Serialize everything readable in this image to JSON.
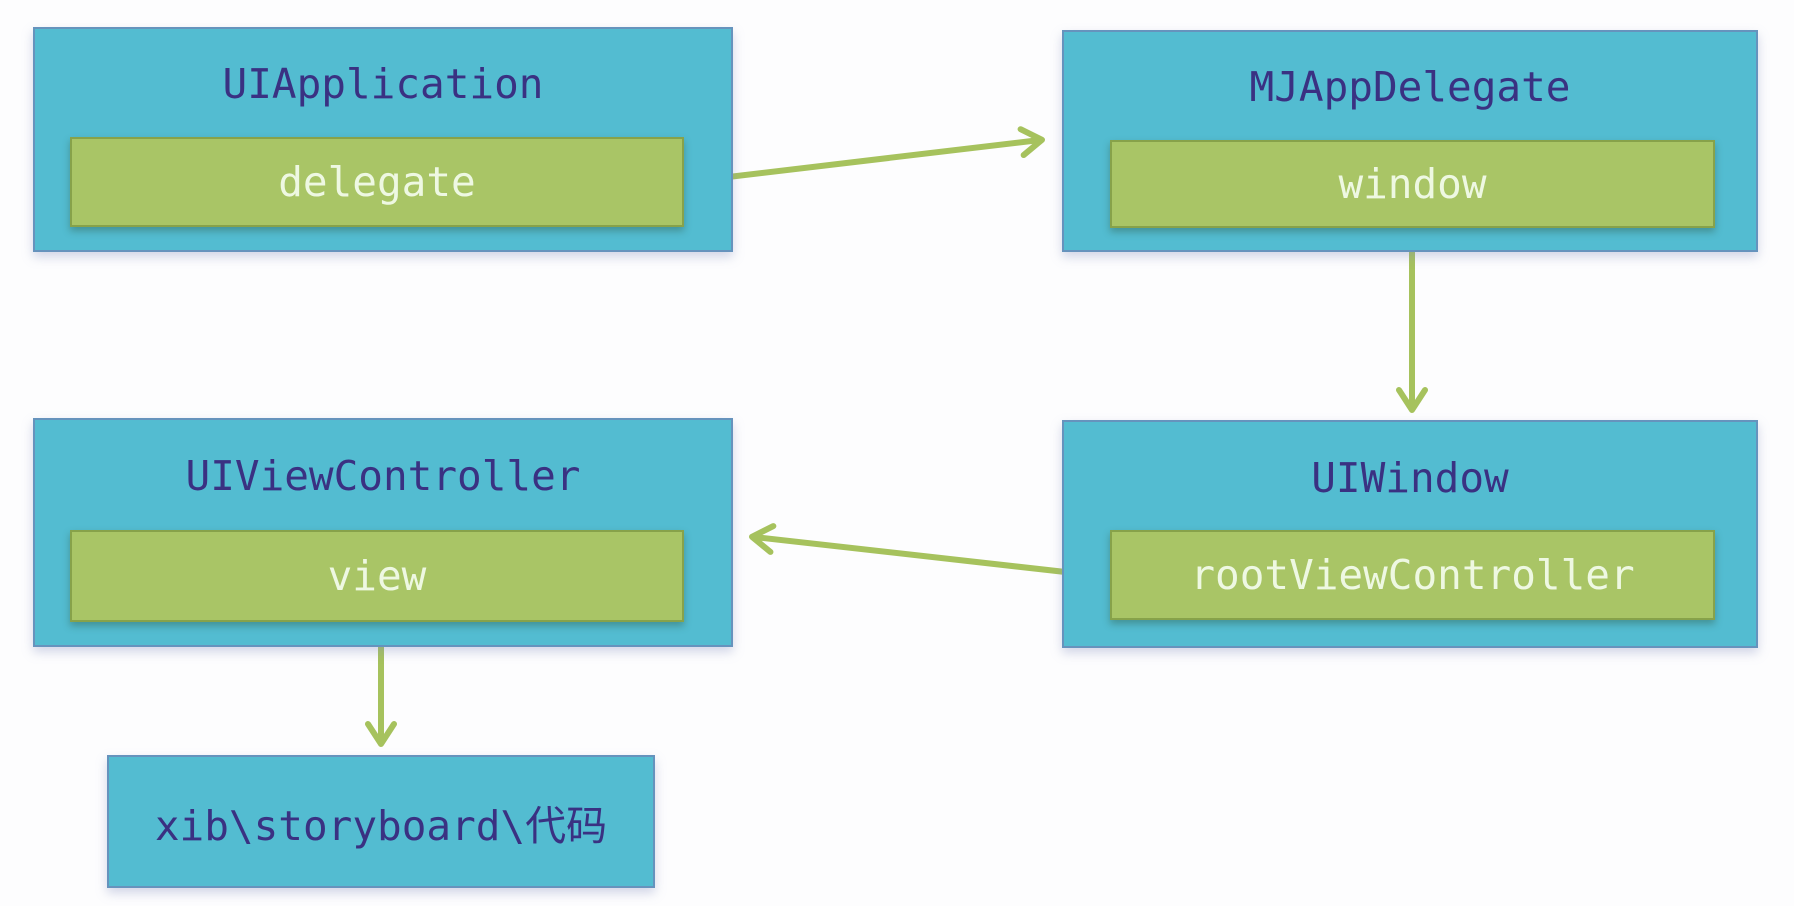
{
  "diagram": {
    "background": "#fdfdfe",
    "colors": {
      "node_fill": "#53bcd1",
      "node_border": "#6693bd",
      "property_fill": "#a9c566",
      "property_border": "#87a24a",
      "title_text": "#3a3182",
      "property_text": "#eef8e2",
      "arrow": "#a6c25d"
    },
    "nodes": {
      "uiapplication": {
        "title": "UIApplication",
        "property": "delegate"
      },
      "mjappdelegate": {
        "title": "MJAppDelegate",
        "property": "window"
      },
      "uiviewcontroller": {
        "title": "UIViewController",
        "property": "view"
      },
      "uiwindow": {
        "title": "UIWindow",
        "property": "rootViewController"
      },
      "xib": {
        "title": "xib\\storyboard\\代码"
      }
    },
    "edges": [
      {
        "from": "UIApplication.delegate",
        "to": "MJAppDelegate",
        "arrow": "right"
      },
      {
        "from": "MJAppDelegate.window",
        "to": "UIWindow",
        "arrow": "down"
      },
      {
        "from": "UIWindow.rootViewController",
        "to": "UIViewController",
        "arrow": "left"
      },
      {
        "from": "UIViewController.view",
        "to": "xib\\storyboard\\代码",
        "arrow": "down"
      }
    ]
  }
}
